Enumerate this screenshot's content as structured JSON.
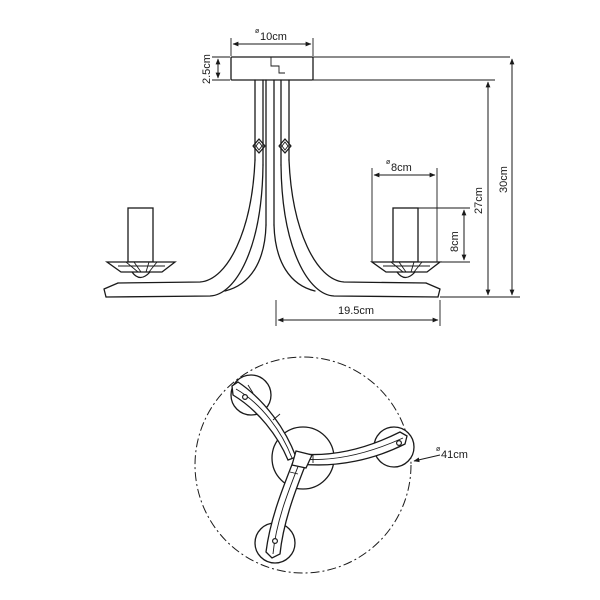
{
  "dimensions": {
    "canopy_diameter": "10cm",
    "canopy_height": "2.5cm",
    "cup_diameter": "8cm",
    "candle_height": "8cm",
    "arm_height": "27cm",
    "total_height": "30cm",
    "arm_reach": "19.5cm",
    "overall_diameter": "41cm"
  },
  "diameter_symbol": "ø",
  "colors": {
    "line": "#1a1a1a",
    "background": "#ffffff"
  }
}
